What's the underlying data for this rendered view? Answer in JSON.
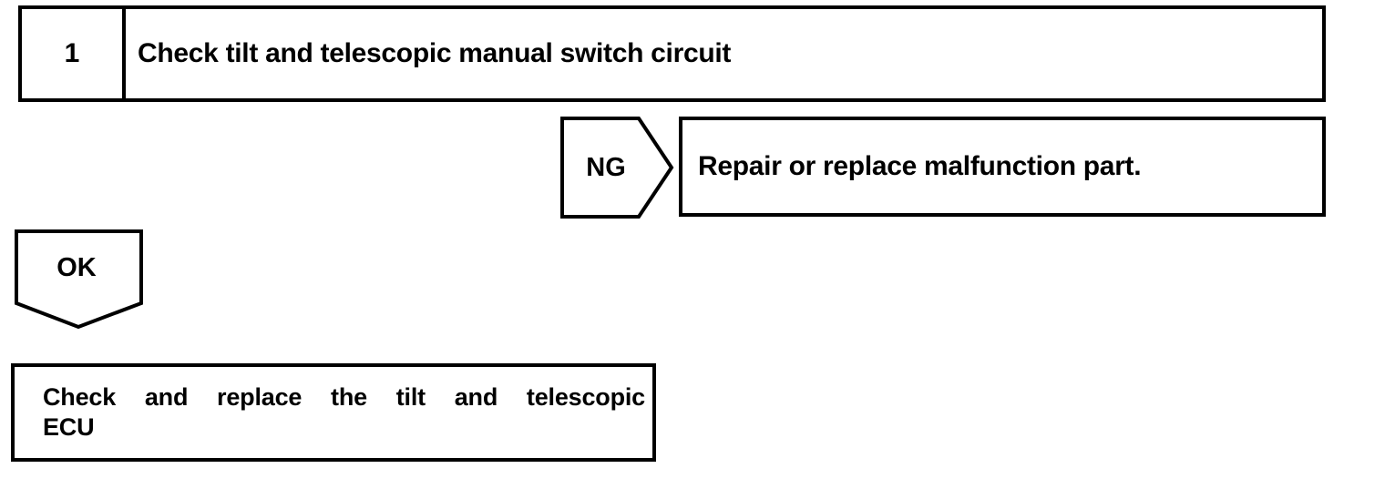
{
  "colors": {
    "ink": "#000000",
    "paper": "#ffffff"
  },
  "flowchart": {
    "step_box": {
      "number": "1",
      "title": "Check tilt and telescopic manual switch circuit"
    },
    "ng_branch": {
      "label": "NG",
      "action": "Repair or replace malfunction part."
    },
    "ok_branch": {
      "label": "OK"
    },
    "result_box": {
      "line1": "Check and replace the tilt and telescopic",
      "line2": "ECU"
    }
  }
}
